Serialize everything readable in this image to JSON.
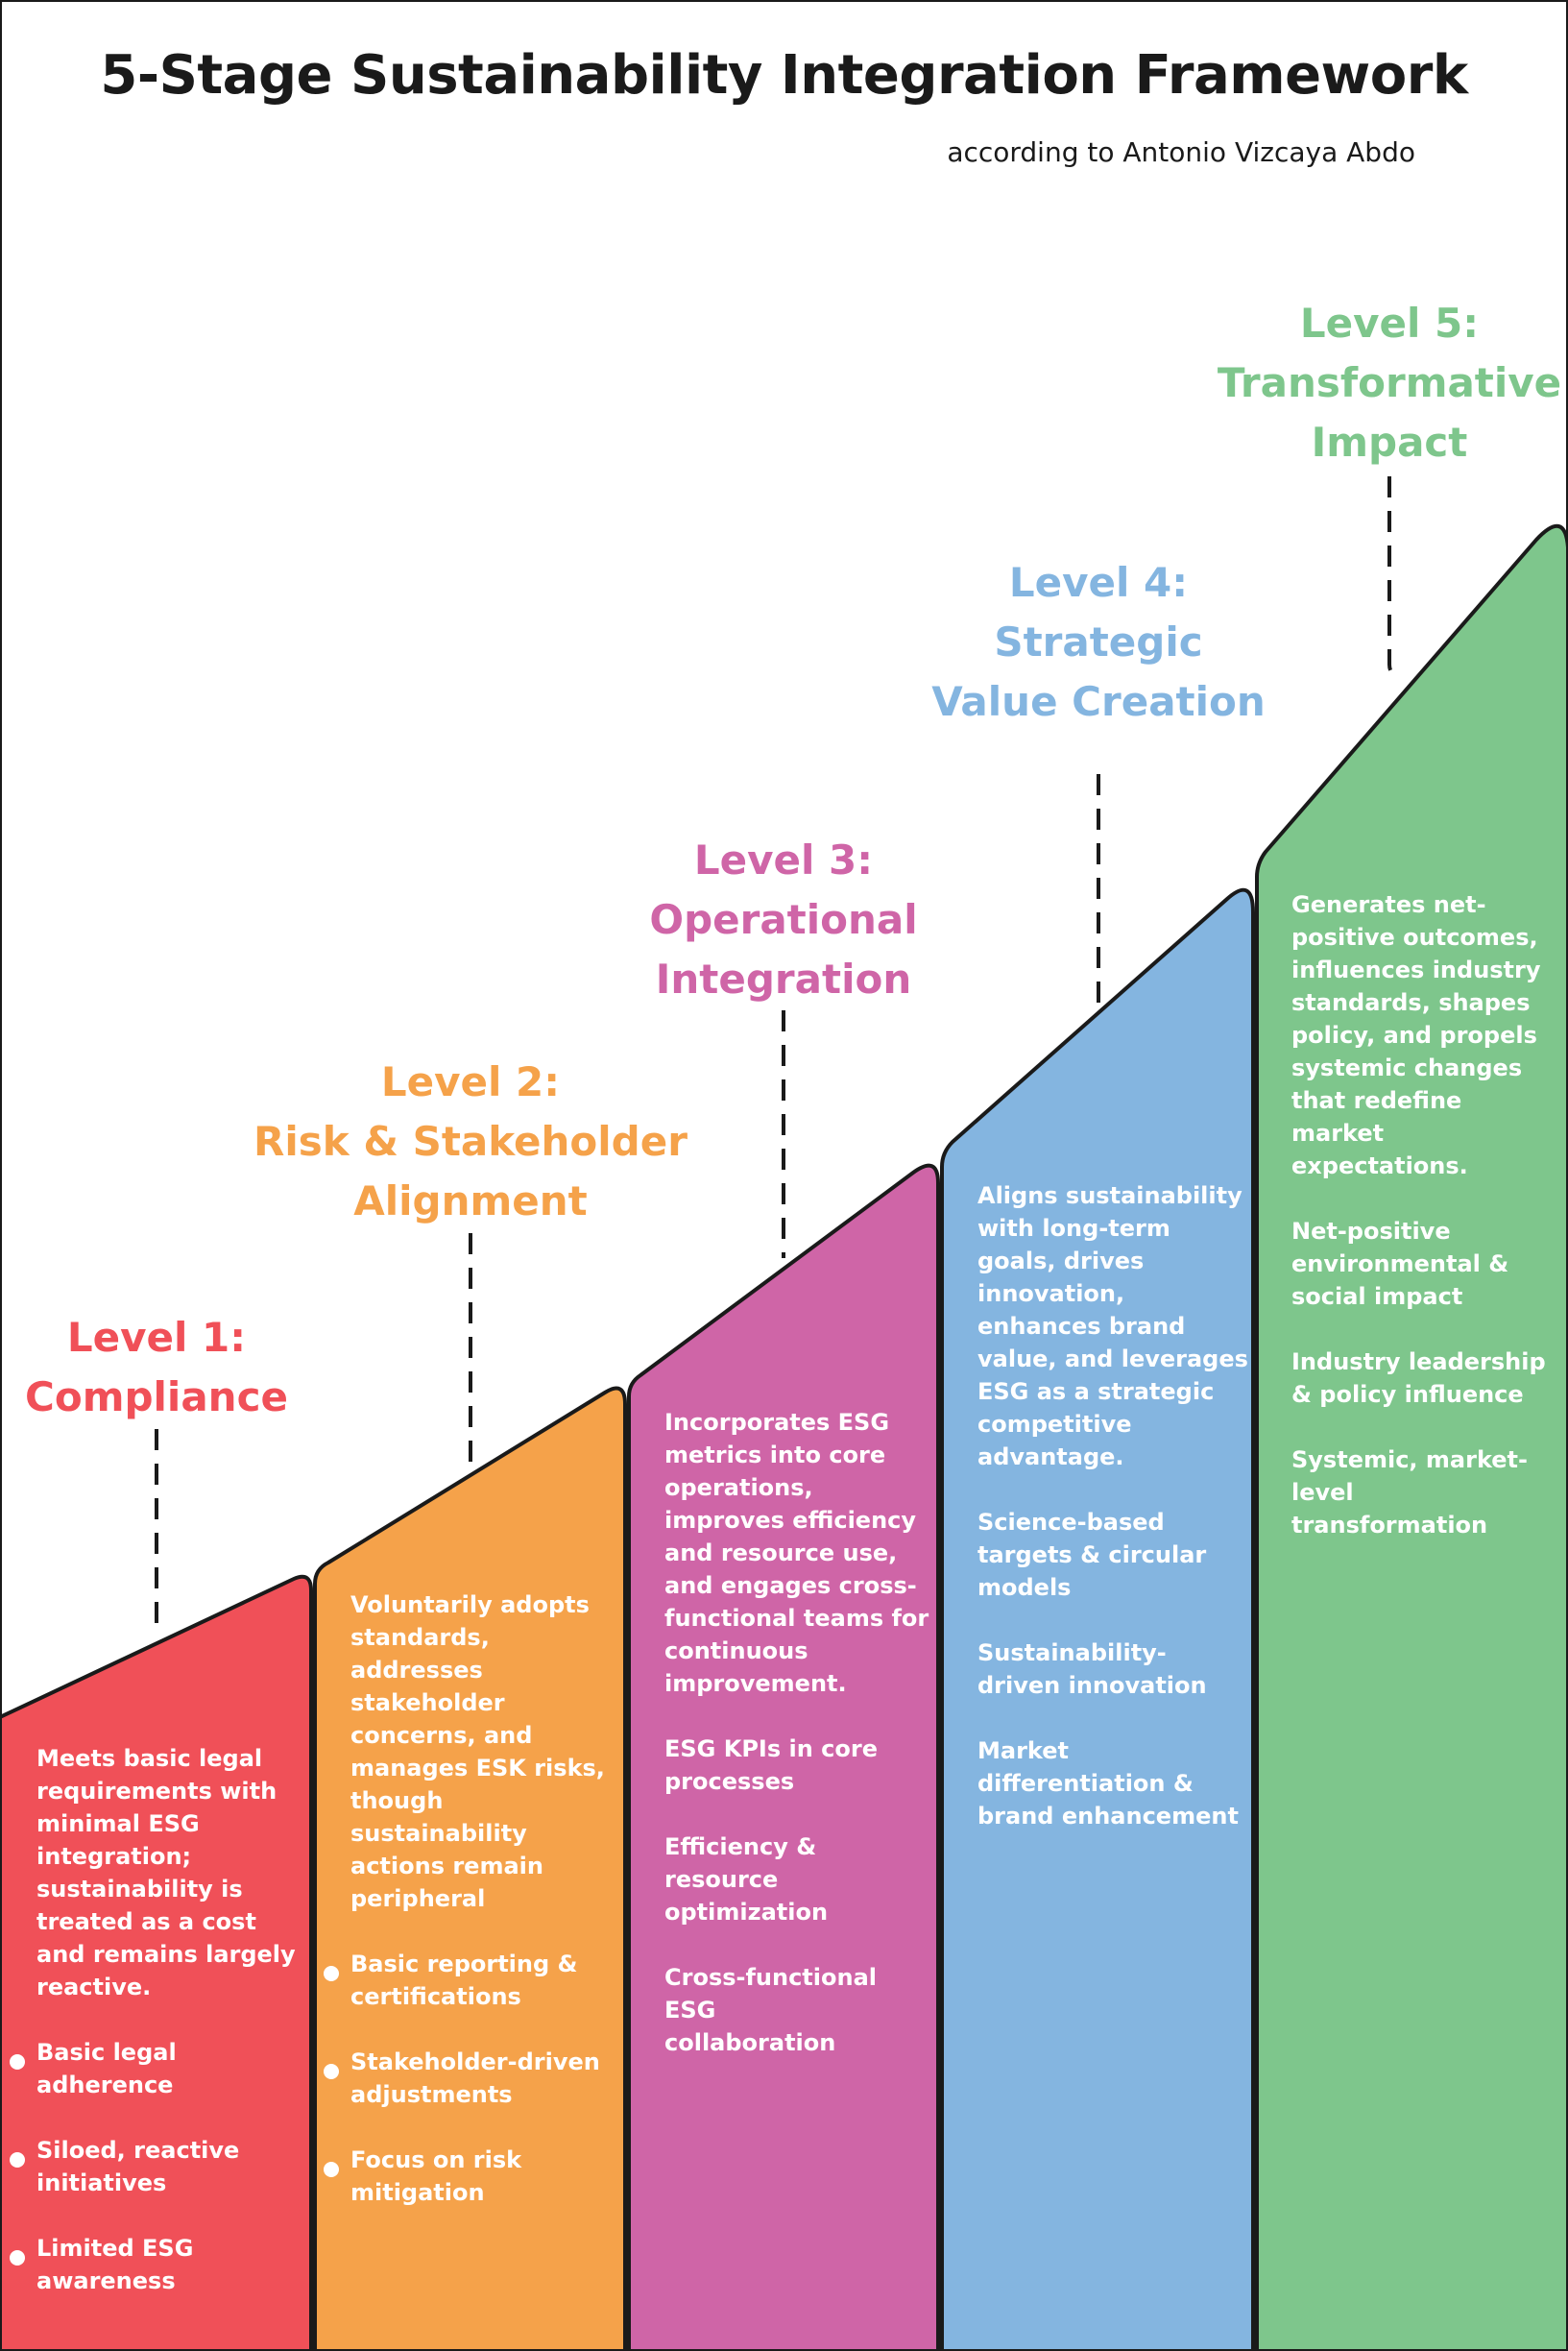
{
  "title": "5-Stage Sustainability Integration Framework",
  "subtitle": "according to Antonio Vizcaya Abdo",
  "colors": {
    "level1": "#f05058",
    "level2": "#f5a24a",
    "level3": "#cf65a7",
    "level4": "#84b5e0",
    "level5": "#7ec68c",
    "outline": "#1a1a1a"
  },
  "levels": [
    {
      "heading": [
        "Level 1:",
        "Compliance"
      ],
      "description": "Meets basic legal\nrequirements with\nminimal ESG\nintegration;\nsustainability is\ntreated as a cost\nand remains largely\nreactive.",
      "points": [
        "Basic legal\nadherence",
        "Siloed, reactive\ninitiatives",
        "Limited ESG\nawareness"
      ]
    },
    {
      "heading": [
        "Level 2:",
        "Risk & Stakeholder",
        "Alignment"
      ],
      "description": "Voluntarily adopts\nstandards,\naddresses\nstakeholder\nconcerns, and\nmanages ESK risks,\nthough\nsustainability\nactions remain\nperipheral",
      "points": [
        "Basic reporting &\ncertifications",
        "Stakeholder-driven\nadjustments",
        "Focus on risk\nmitigation"
      ]
    },
    {
      "heading": [
        "Level 3:",
        "Operational",
        "Integration"
      ],
      "description": "Incorporates ESG\nmetrics into core\noperations,\nimproves efficiency\nand resource use,\nand engages cross-\nfunctional teams for\ncontinuous\nimprovement.",
      "points": [
        "ESG KPIs in core\nprocesses",
        "Efficiency &\nresource\noptimization",
        "Cross-functional ESG\ncollaboration"
      ]
    },
    {
      "heading": [
        "Level 4:",
        "Strategic",
        "Value Creation"
      ],
      "description": "Aligns sustainability\nwith long-term\ngoals, drives\ninnovation,\nenhances brand\nvalue, and leverages\nESG as a strategic\ncompetitive\nadvantage.",
      "points": [
        "Science-based\ntargets & circular\nmodels",
        "Sustainability-\ndriven innovation",
        "Market\ndifferentiation &\nbrand enhancement"
      ]
    },
    {
      "heading": [
        "Level 5:",
        "Transformative",
        "Impact"
      ],
      "description": "Generates net-\npositive outcomes,\ninfluences industry\nstandards, shapes\npolicy, and propels\nsystemic changes\nthat redefine\nmarket\nexpectations.",
      "points": [
        "Net-positive\nenvironmental &\nsocial impact",
        "Industry leadership\n& policy influence",
        "Systemic, market-\nlevel\ntransformation"
      ]
    }
  ]
}
